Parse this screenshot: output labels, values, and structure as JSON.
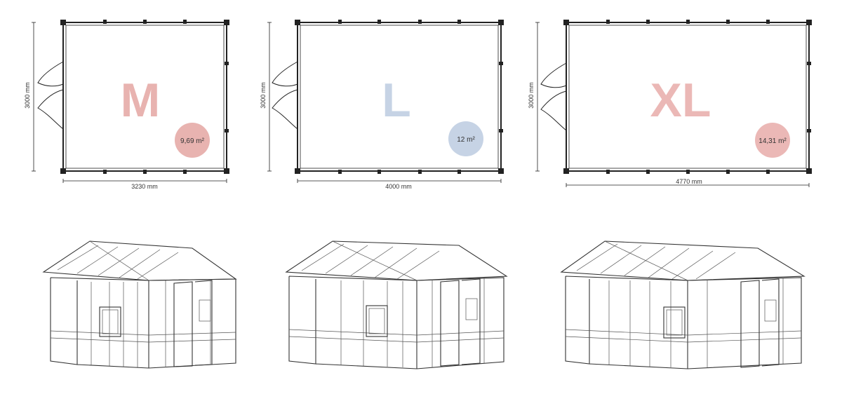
{
  "colors": {
    "M": "#e8b3b0",
    "L": "#c6d3e5",
    "XL": "#ebb8b6",
    "line": "#222222"
  },
  "plans": [
    {
      "id": "M",
      "size_label": "M",
      "area": "9,69 m²",
      "width_label": "3230 mm",
      "depth_label": "3000 mm"
    },
    {
      "id": "L",
      "size_label": "L",
      "area": "12 m²",
      "width_label": "4000 mm",
      "depth_label": "3000 mm"
    },
    {
      "id": "XL",
      "size_label": "XL",
      "area": "14,31 m²",
      "width_label": "4770 mm",
      "depth_label": "3000 mm"
    }
  ]
}
